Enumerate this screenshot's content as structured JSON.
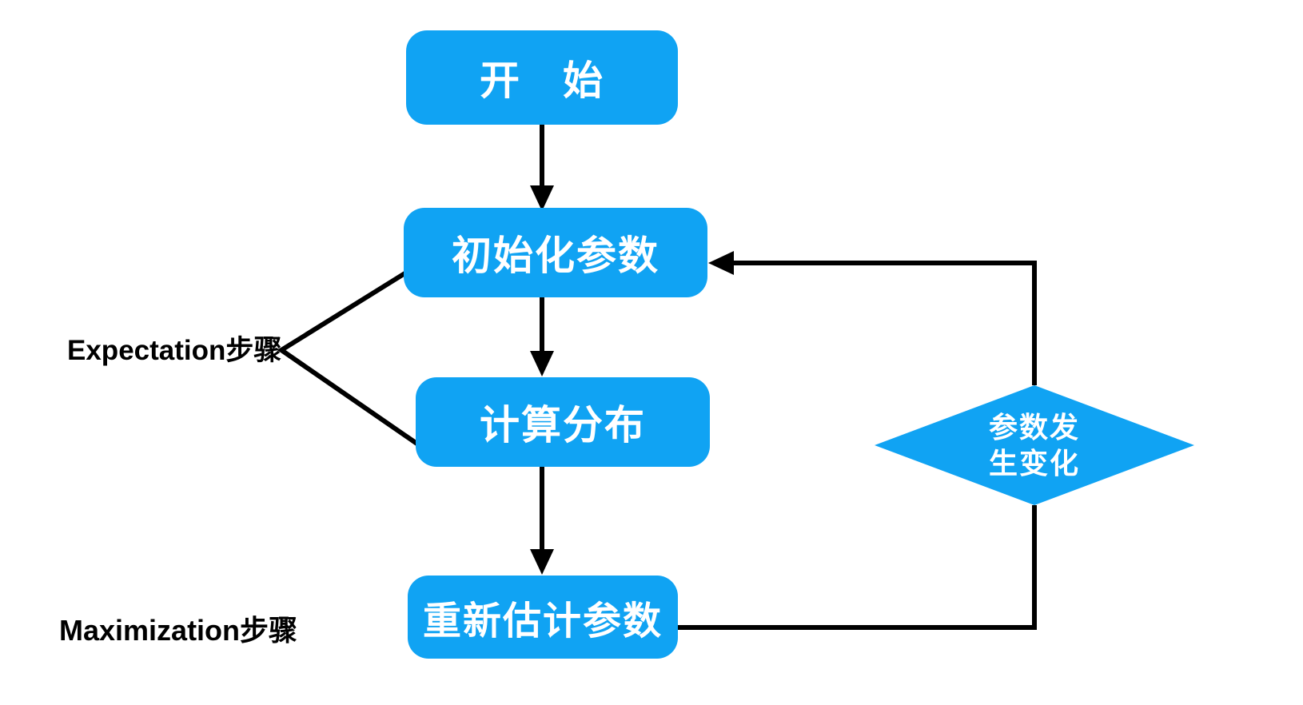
{
  "colors": {
    "node_fill": "#10A3F3",
    "node_text": "#FFFFFF",
    "line": "#000000",
    "background": "#FFFFFF"
  },
  "nodes": {
    "start": {
      "label": "开　始"
    },
    "init": {
      "label": "初始化参数"
    },
    "compute": {
      "label": "计算分布"
    },
    "reestimate": {
      "label": "重新估计参数"
    },
    "decision": {
      "line1": "参数发",
      "line2": "生变化"
    }
  },
  "labels": {
    "expectation": "Expectation步骤",
    "maximization": "Maximization步骤"
  }
}
